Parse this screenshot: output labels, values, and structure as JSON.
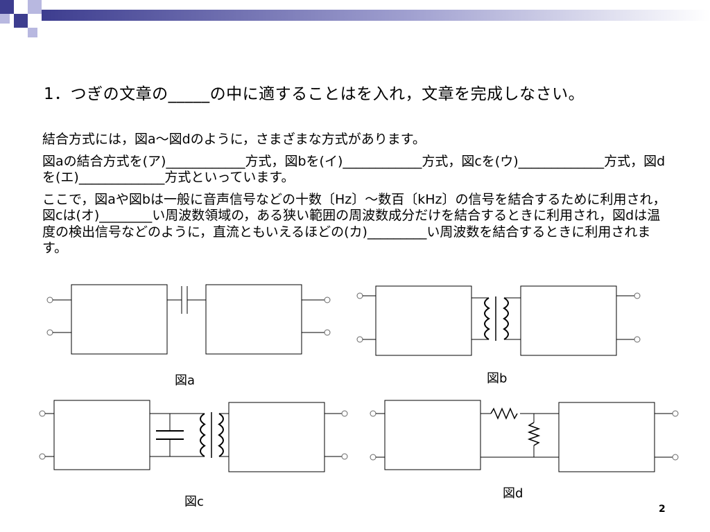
{
  "slide": {
    "title": "1．つぎの文章の_____の中に適することはを入れ，文章を完成しなさい。",
    "paragraphs": [
      "結合方式には，図a〜図dのように，さまざまな方式があります。",
      "図aの結合方式を(ア)____________方式，図bを(イ)____________方式，図cを(ウ)_____________方式，図dを(エ)_____________方式といっています。",
      "ここで，図aや図bは一般に音声信号などの十数〔Hz〕〜数百〔kHz〕の信号を結合するために利用され，図cは(オ)________い周波数領域の，ある狭い範囲の周波数成分だけを結合するときに利用され，図dは温度の検出信号などのように，直流ともいえるほどの(カ)_________い周波数を結合するときに利用されます。"
    ],
    "figure_labels": {
      "a": "図a",
      "b": "図b",
      "c": "図c",
      "d": "図d"
    },
    "page_number": "2"
  },
  "colors": {
    "accent_dark": "#3d3d8f",
    "accent_light": "#b8b8e0",
    "line": "#000000",
    "terminal": "#666666"
  },
  "icons": {
    "capacitor": "capacitor-symbol",
    "transformer": "transformer-symbol",
    "resistor": "resistor-symbol"
  }
}
